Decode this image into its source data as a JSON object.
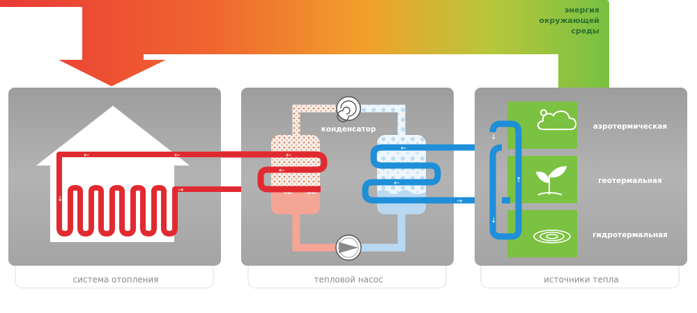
{
  "environment_label": [
    "энергия",
    "окружающей",
    "среды"
  ],
  "panels": {
    "heating": {
      "caption": "система отопления"
    },
    "pump": {
      "caption": "тепловой насос",
      "condenser_label": "конденсатор"
    },
    "sources": {
      "caption": "источники тепла",
      "items": [
        {
          "label": "аэротермическая",
          "icon": "cloud-icon"
        },
        {
          "label": "геотермальная",
          "icon": "sprout-icon"
        },
        {
          "label": "гидротермальная",
          "icon": "water-ripple-icon"
        }
      ]
    }
  },
  "colors": {
    "hot": "#e4232d",
    "cold": "#1e8fd8",
    "green": "#7cc242",
    "panel": "#aeaeae"
  }
}
